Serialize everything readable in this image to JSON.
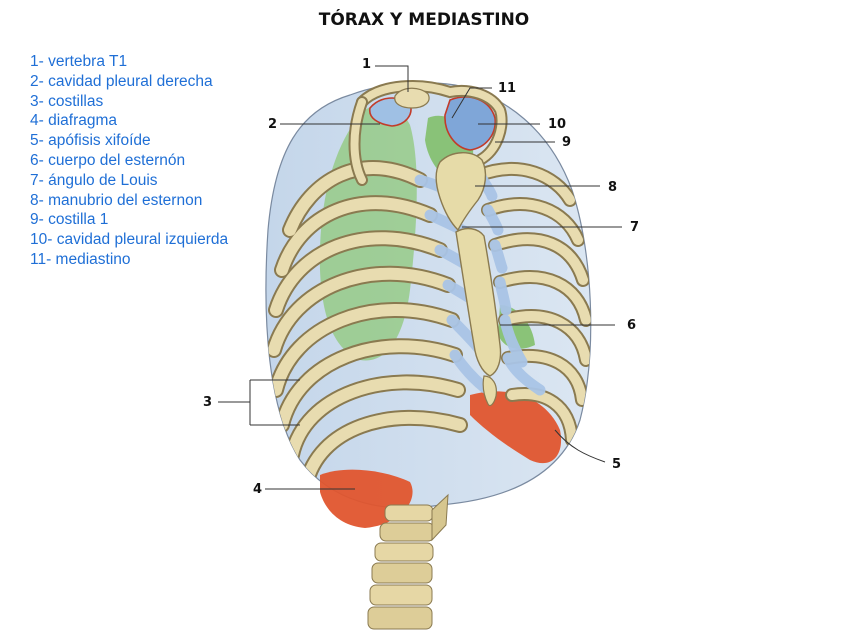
{
  "title": "TÓRAX Y MEDIASTINO",
  "legend": [
    "1- vertebra T1",
    "2- cavidad pleural derecha",
    "3- costillas",
    "4- diafragma",
    "5- apófisis xifoíde",
    "6- cuerpo del esternón",
    "7- ángulo de Louis",
    "8- manubrio del esternon",
    "9-  costilla 1",
    "10- cavidad pleural izquierda",
    "11- mediastino"
  ],
  "callouts": {
    "n1": "1",
    "n2": "2",
    "n3": "3",
    "n4": "4",
    "n5": "5",
    "n6": "6",
    "n7": "7",
    "n8": "8",
    "n9": "9",
    "n10": "10",
    "n11": "11"
  },
  "colors": {
    "bone": "#e8dcb0",
    "bone_edge": "#8a7a50",
    "cartilage": "#a9c4e6",
    "pleura_green": "#8fc87a",
    "diaphragm": "#e0552e",
    "interior": "#c9d9ec"
  }
}
